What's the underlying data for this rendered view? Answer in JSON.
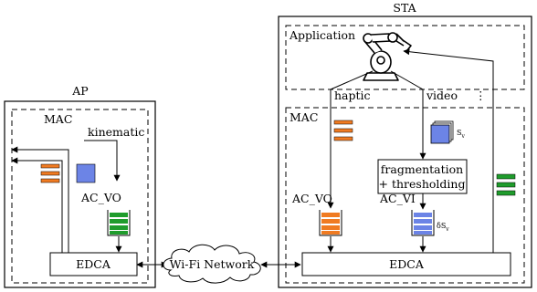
{
  "ap": {
    "title": "AP",
    "mac_label": "MAC",
    "kinematic_label": "kinematic",
    "ac_vo_label": "AC_VO",
    "edca_label": "EDCA"
  },
  "network": {
    "label": "Wi-Fi Network"
  },
  "sta": {
    "title": "STA",
    "application_label": "Application",
    "haptic_label": "haptic",
    "video_label": "video",
    "ellipsis": "⋮",
    "mac_label": "MAC",
    "frag_line1": "fragmentation",
    "frag_line2": "+ thresholding",
    "ac_vo_label": "AC_VO",
    "ac_vi_label": "AC_VI",
    "edca_label": "EDCA",
    "sv_label": "S",
    "sv_sub": "v",
    "dsv_label": "δS",
    "dsv_sub": "v"
  },
  "colors": {
    "orange": "#f07b22",
    "green": "#1f9c2c",
    "blue": "#6c84e6"
  }
}
